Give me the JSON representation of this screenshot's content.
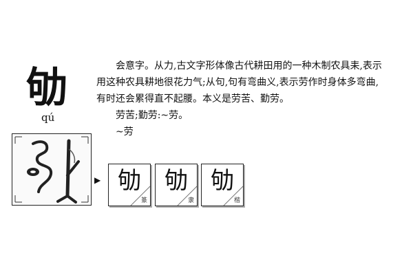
{
  "headword": {
    "char": "劬",
    "pinyin": "qú"
  },
  "definition": {
    "p1": "会意字。从力,古文字形体像古代耕田用的一种木制农具耒,表示用这种农具耕地很花力气;从句,句有弯曲义,表示劳作时身体多弯曲,有时还会累得直不起腰。本义是劳苦、勤劳。",
    "p2": "劳苦;勤劳:~劳。",
    "p3": "~劳"
  },
  "arrow": "▶",
  "evolution": [
    {
      "char": "劬",
      "script": "篆"
    },
    {
      "char": "劬",
      "script": "隶"
    },
    {
      "char": "劬",
      "script": "楷"
    }
  ]
}
